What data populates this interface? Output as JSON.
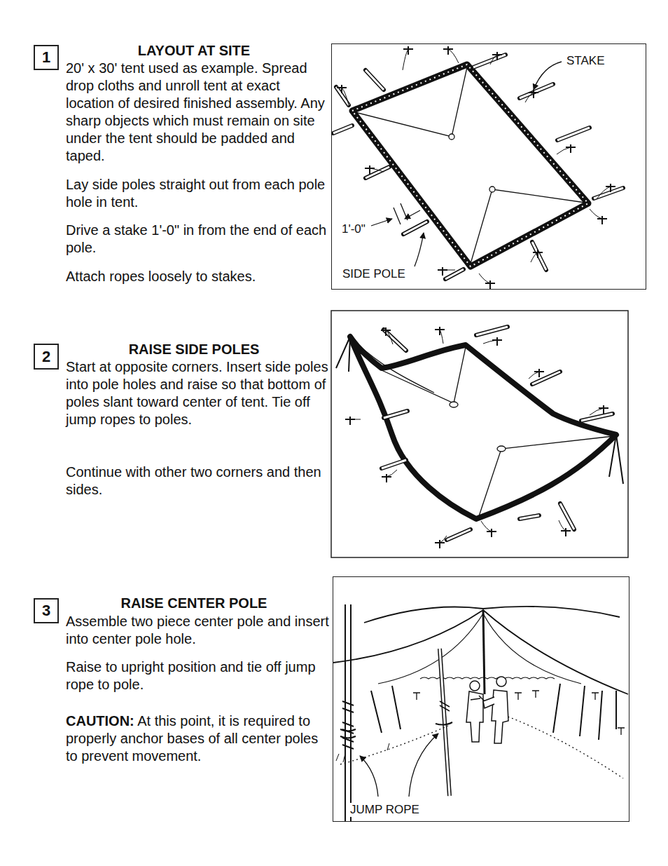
{
  "diagram": {
    "nodes": [
      {
        "text": [
          "1"
        ]
      },
      {
        "text": [
          "STAKE",
          "1'-0\"",
          "SIDE POLE"
        ]
      },
      {
        "text": [
          "2"
        ]
      },
      {
        "text": [
          "3"
        ]
      },
      {
        "text": [
          "JUMP ROPE"
        ]
      }
    ],
    "labels": [
      "LAYOUT AT SITE",
      "20' x 30' tent used as example. Spread drop cloths and unroll tent at exact location of desired finished assembly. Any sharp objects which must remain on site under the tent should be padded and taped.",
      "Lay side poles straight out from each pole hole in tent.",
      "Drive a stake 1'-0\" in from the end of each pole.",
      "Attach ropes loosely to stakes.",
      "RAISE SIDE POLES",
      "Start at opposite corners. Insert side poles into pole holes and raise so that bottom of poles slant toward center of tent. Tie off jump ropes to poles.",
      "Continue with other two corners and then sides.",
      "RAISE CENTER POLE",
      "Assemble two piece center pole and insert into center pole hole.",
      "Raise to upright position and tie off jump rope to pole.",
      "CAUTION:",
      "At this point, it is required to properly anchor bases of all center poles to prevent movement."
    ]
  }
}
